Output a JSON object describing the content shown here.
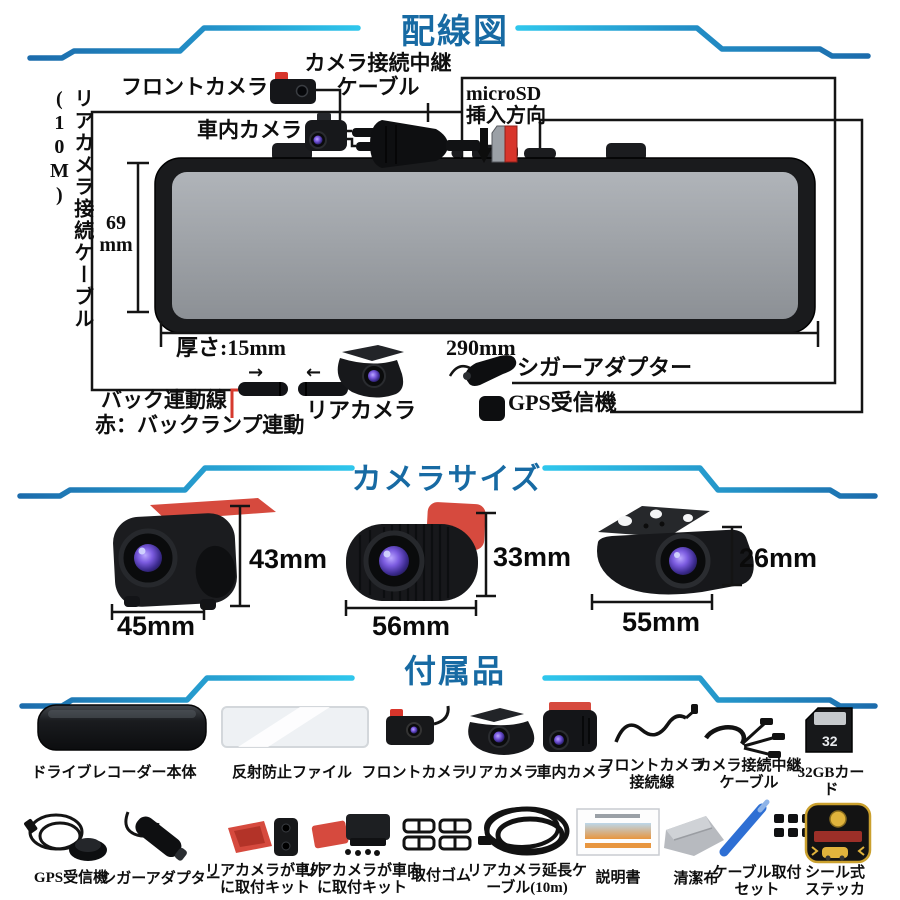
{
  "wiring": {
    "title": "配線図",
    "front_camera": "フロントカメラ",
    "inside_camera": "車内カメラ",
    "relay_cable": "カメラ接続中継\nケーブル",
    "microsd": "microSD\n挿入方向",
    "rear_cable": "リアカメラ接続ケーブル(10M)",
    "height_mm": "69\nmm",
    "thickness": "厚さ:15mm",
    "width_mm": "290mm",
    "back_wire": "バック連動線",
    "back_wire_note": "赤：バックランプ連動",
    "rear_camera": "リアカメラ",
    "cigar_adapter": "シガーアダプター",
    "gps": "GPS受信機",
    "plug_arrow_right": "→",
    "plug_arrow_left": "←"
  },
  "camera_size": {
    "title": "カメラサイズ",
    "cameras": [
      {
        "height": "43mm",
        "width": "45mm"
      },
      {
        "height": "33mm",
        "width": "56mm"
      },
      {
        "height": "26mm",
        "width": "55mm"
      }
    ]
  },
  "accessories": {
    "title": "付属品",
    "row1": [
      "ドライブレコーダー本体",
      "反射防止ファイル",
      "フロントカメラ",
      "リアカメラ",
      "車内カメラ",
      "フロントカメラ\n接続線",
      "カメラ接続中継\nケーブル",
      "32GBカード"
    ],
    "row2": [
      "GPS受信機",
      "シガーアダプター",
      "リアカメラが車外\nに取付キット",
      "リアカメラが車内\nに取付キット",
      "取付ゴム",
      "リアカメラ延長ケ\nーブル(10m)",
      "説明書",
      "清潔布",
      "ケーブル取付\nセット",
      "シール式\nステッカー"
    ],
    "sd_text": "32"
  }
}
